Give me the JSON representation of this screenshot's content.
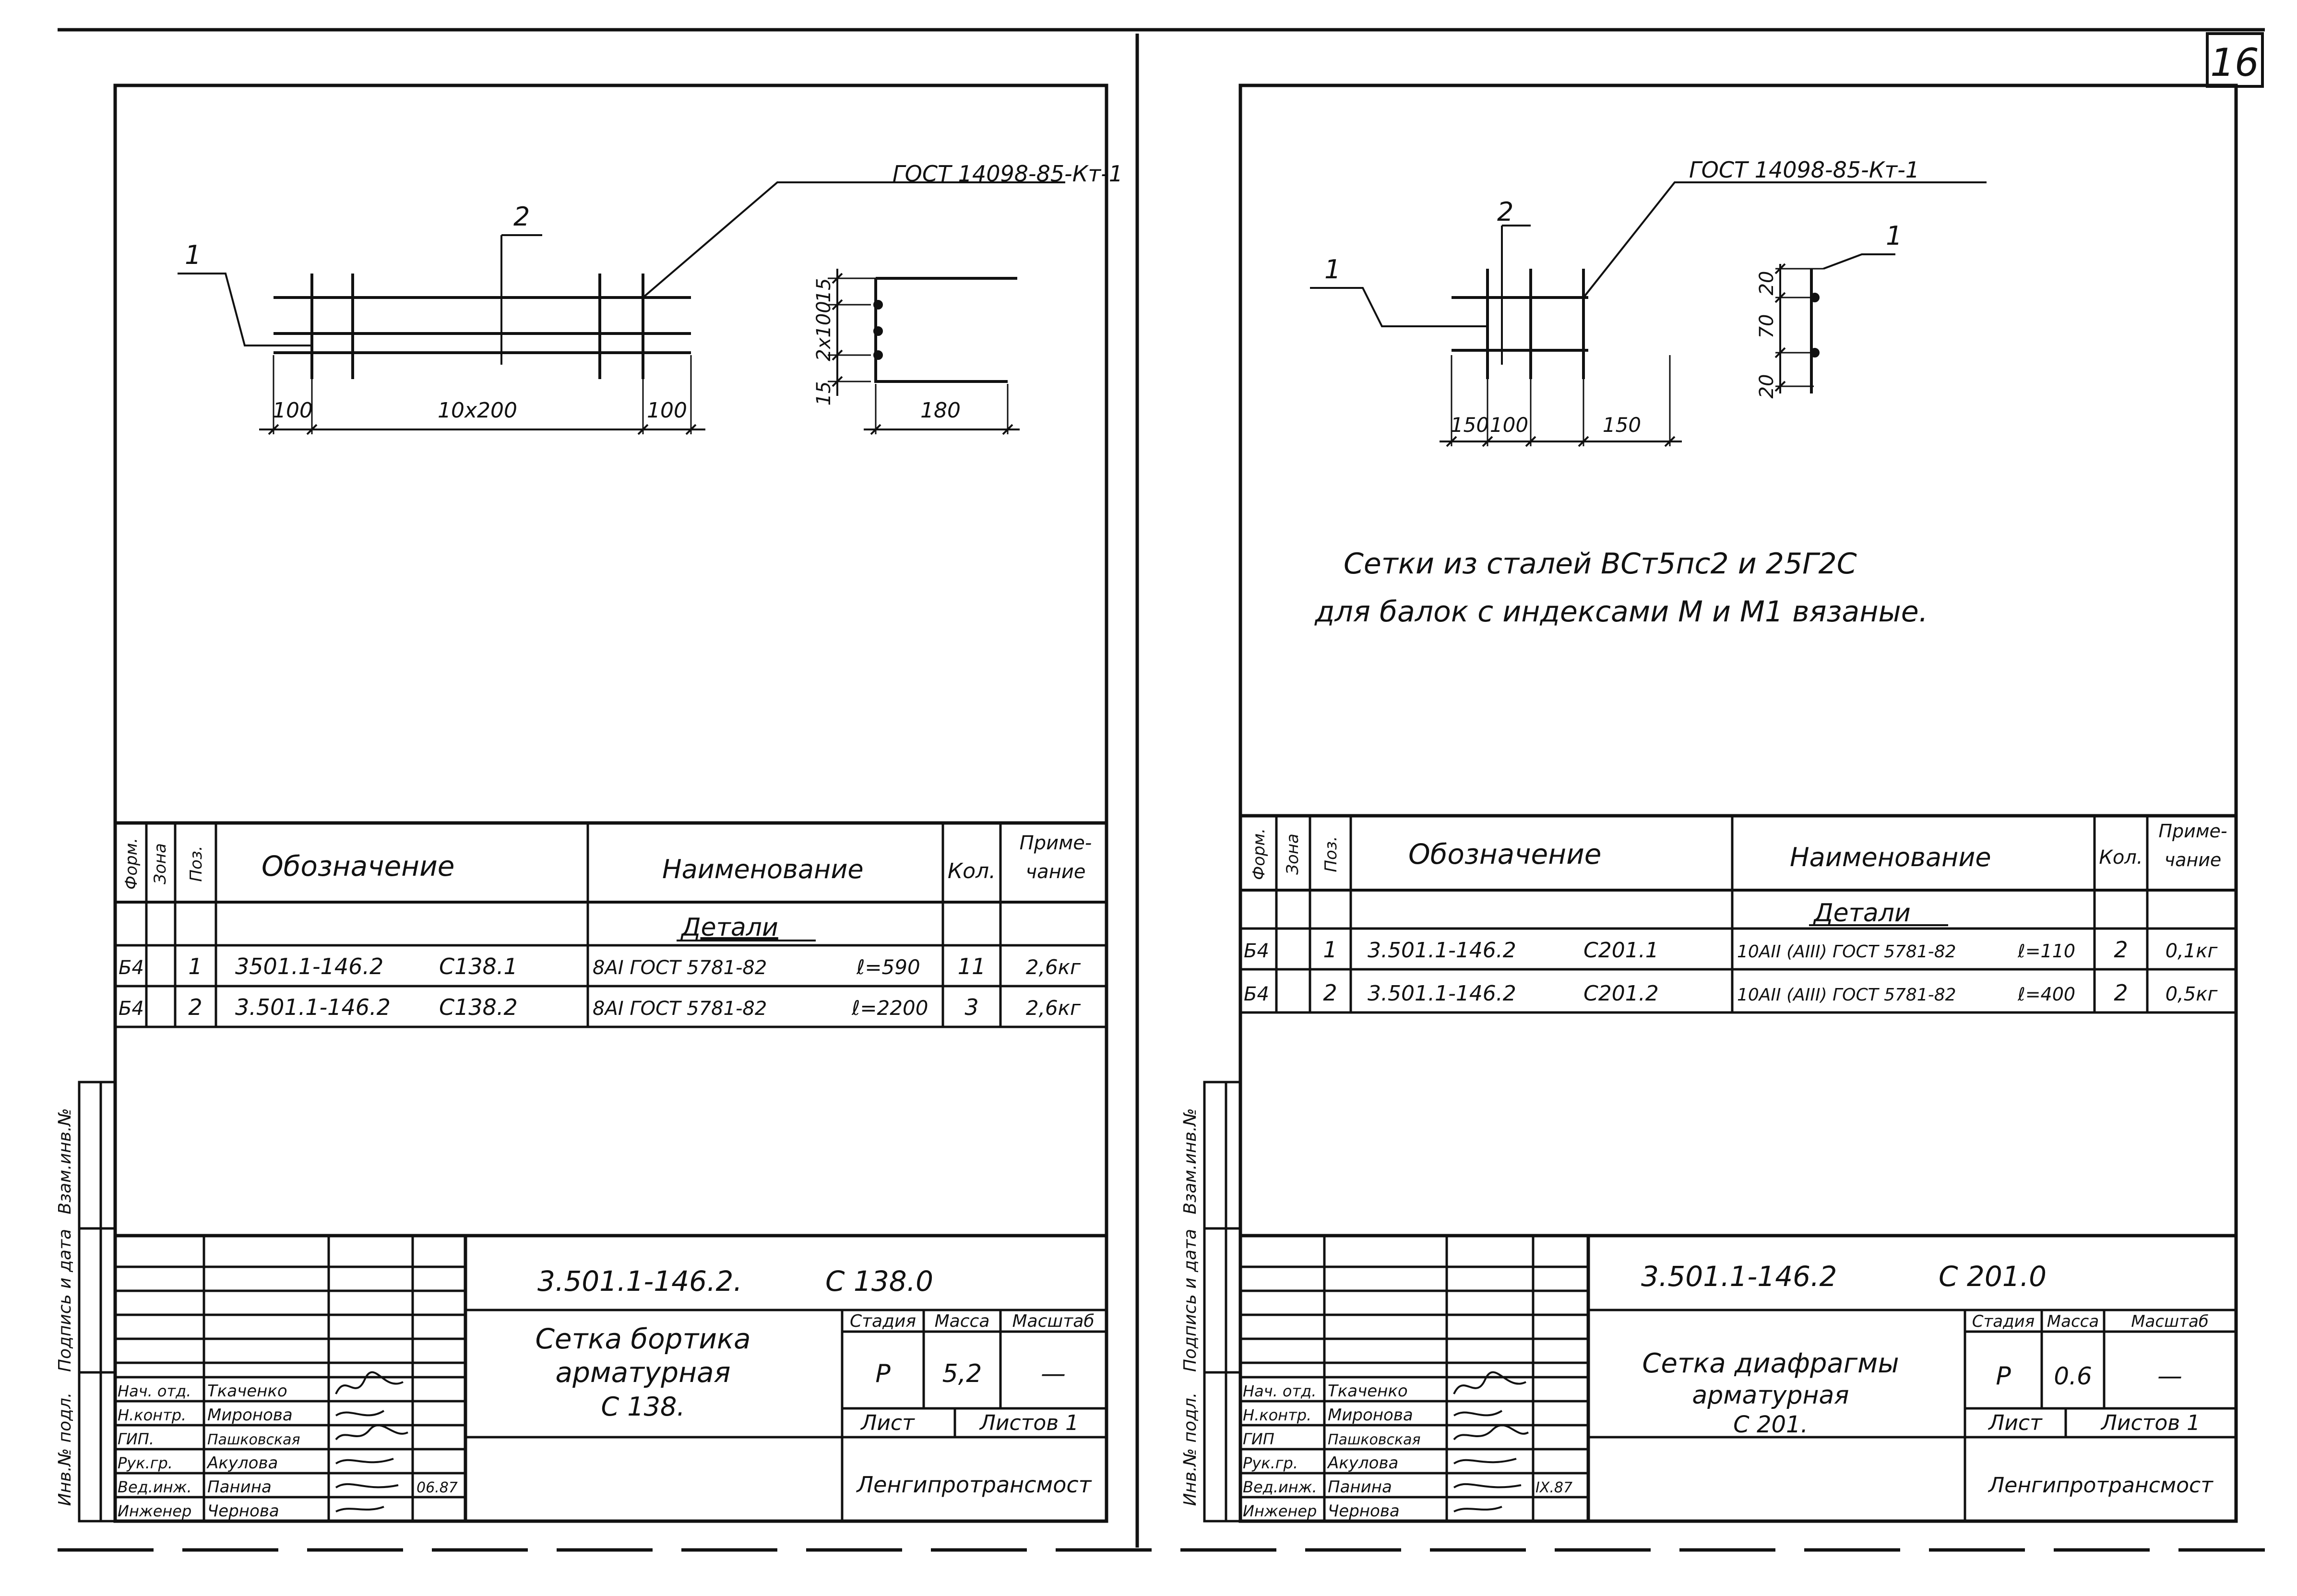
{
  "sheet_number": "16",
  "side_labels": {
    "inv_podl": "Инв.№ подл.",
    "podpis_data": "Подпись и дата",
    "vzam_inv": "Взам.инв.№"
  },
  "table_headers": {
    "format": "Форм.",
    "zona": "Зона",
    "poz": "Поз.",
    "oboznachenie": "Обозначение",
    "naimenovanie": "Наименование",
    "kol": "Кол.",
    "primechanie_1": "Приме-",
    "primechanie_2": "чание"
  },
  "title_block_labels": {
    "stadiya": "Стадия",
    "massa": "Масса",
    "masshtab": "Масштаб",
    "list": "Лист",
    "listov": "Листов 1",
    "organization": "Ленгипротрансмост"
  },
  "left_sheet": {
    "drawing": {
      "gost": "ГОСТ 14098-85-Кт-1",
      "pos1": "1",
      "pos2": "2",
      "dims": [
        "100",
        "10x200",
        "100"
      ],
      "side_dims": [
        "15",
        "2x100",
        "15"
      ],
      "section_dim": "180"
    },
    "spec": {
      "section": "Детали",
      "rows": [
        {
          "format": "Б4",
          "poz": "1",
          "oboznachenie": "3501.1-146.2",
          "code": "С138.1",
          "naimenovanie": "8АI ГОСТ 5781-82",
          "length": "ℓ=590",
          "kol": "11",
          "prim": "2,6кг"
        },
        {
          "format": "Б4",
          "poz": "2",
          "oboznachenie": "3.501.1-146.2",
          "code": "С138.2",
          "naimenovanie": "8АI ГОСТ 5781-82",
          "length": "ℓ=2200",
          "kol": "3",
          "prim": "2,6кг"
        }
      ]
    },
    "stamp": {
      "document": "3.501.1-146.2.",
      "code": "С 138.0",
      "title_1": "Сетка бортика",
      "title_2": "арматурная",
      "title_3": "С 138.",
      "stadiya": "Р",
      "massa": "5,2",
      "masshtab": "—",
      "roles": [
        {
          "role": "Нач. отд.",
          "name": "Ткаченко"
        },
        {
          "role": "Н.контр.",
          "name": "Миронова"
        },
        {
          "role": "ГИП.",
          "name": "Пашковская"
        },
        {
          "role": "Рук.гр.",
          "name": "Акулова"
        },
        {
          "role": "Вед.инж.",
          "name": "Панина"
        },
        {
          "role": "Инженер",
          "name": "Чернова"
        }
      ],
      "date": "06.87"
    }
  },
  "right_sheet": {
    "drawing": {
      "gost": "ГОСТ 14098-85-Кт-1",
      "pos1_left": "1",
      "pos2": "2",
      "pos1_right": "1",
      "dims": [
        "150",
        "100",
        "150"
      ],
      "side_dims": [
        "20",
        "70",
        "20"
      ]
    },
    "note_1": "Сетки из сталей ВСт5пс2 и 25Г2С",
    "note_2": "для балок с индексами М и М1 вязаные.",
    "spec": {
      "section": "Детали",
      "rows": [
        {
          "format": "Б4",
          "poz": "1",
          "oboznachenie": "3.501.1-146.2",
          "code": "С201.1",
          "naimenovanie": "10АII (АIII) ГОСТ 5781-82",
          "length": "ℓ=110",
          "kol": "2",
          "prim": "0,1кг"
        },
        {
          "format": "Б4",
          "poz": "2",
          "oboznachenie": "3.501.1-146.2",
          "code": "С201.2",
          "naimenovanie": "10АII (АIII) ГОСТ 5781-82",
          "length": "ℓ=400",
          "kol": "2",
          "prim": "0,5кг"
        }
      ]
    },
    "stamp": {
      "document": "3.501.1-146.2",
      "code": "С 201.0",
      "title_1": "Сетка диафрагмы",
      "title_2": "арматурная",
      "title_3": "С 201.",
      "stadiya": "Р",
      "massa": "0.6",
      "masshtab": "—",
      "roles": [
        {
          "role": "Нач. отд.",
          "name": "Ткаченко"
        },
        {
          "role": "Н.контр.",
          "name": "Миронова"
        },
        {
          "role": "ГИП",
          "name": "Пашковская"
        },
        {
          "role": "Рук.гр.",
          "name": "Акулова"
        },
        {
          "role": "Вед.инж.",
          "name": "Панина"
        },
        {
          "role": "Инженер",
          "name": "Чернова"
        }
      ],
      "date": "IX.87"
    }
  }
}
